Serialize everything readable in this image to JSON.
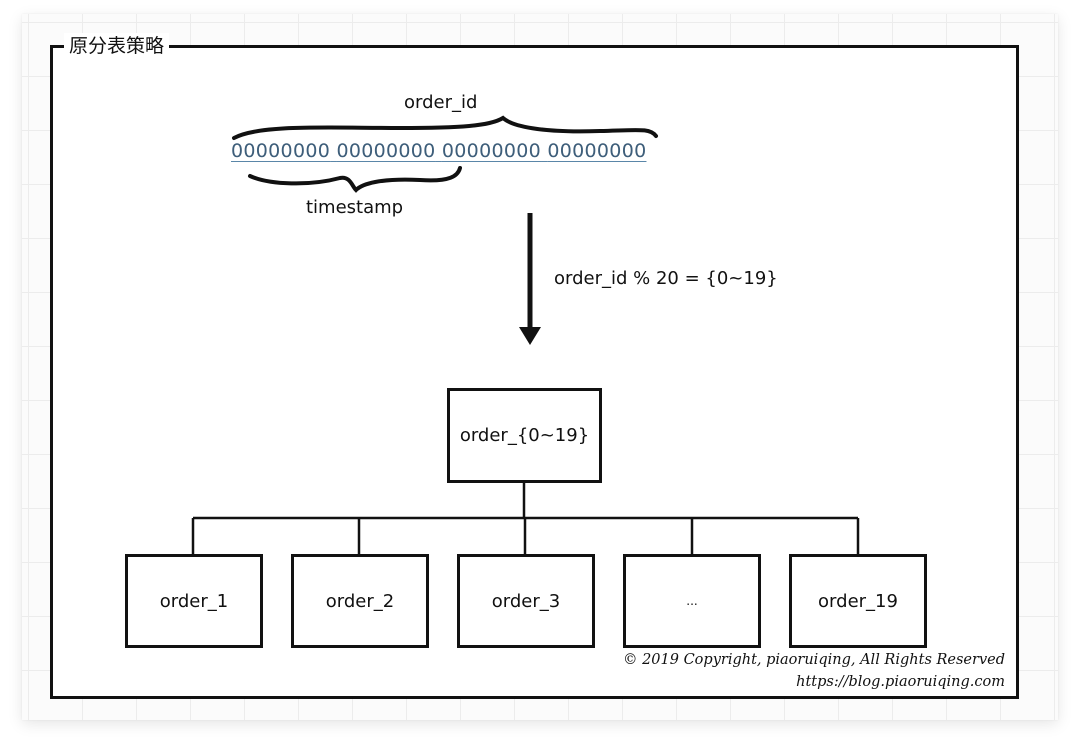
{
  "frame": {
    "title": "原分表策略"
  },
  "order_id_label": "order_id",
  "bit_groups": [
    "00000000",
    "00000000",
    "00000000",
    "00000000"
  ],
  "timestamp_label": "timestamp",
  "modulo_label": "order_id % 20 = {0~19}",
  "parent_table": "order_{0~19}",
  "child_tables": [
    "order_1",
    "order_2",
    "order_3",
    "...",
    "order_19"
  ],
  "copyright": {
    "line1": "© 2019 Copyright,  piaoruiqing,  All Rights Reserved",
    "line2": "https://blog.piaoruiqing.com"
  },
  "colors": {
    "bits": "#3e5e7a",
    "stroke": "#111111"
  }
}
